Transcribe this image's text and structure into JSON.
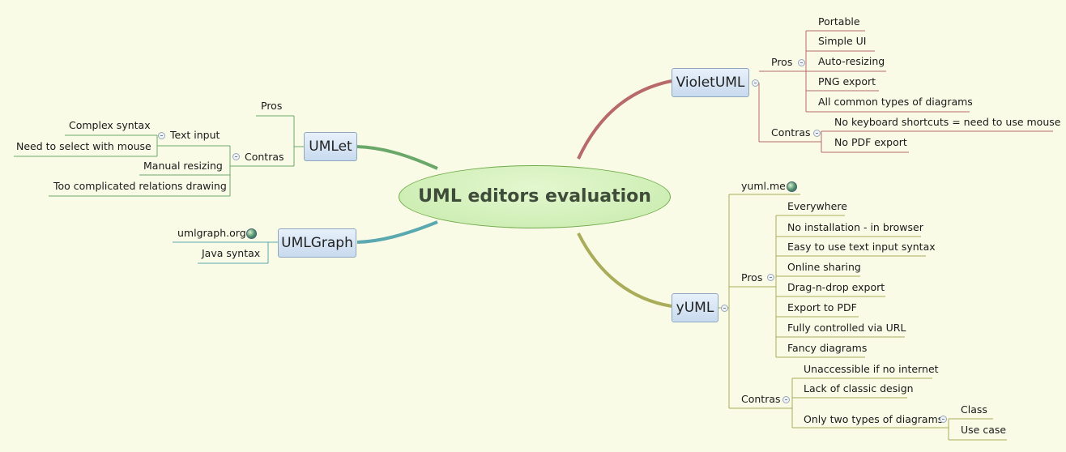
{
  "central": "UML editors evaluation",
  "violet": {
    "title": "VioletUML",
    "pros_label": "Pros",
    "pros": [
      "Portable",
      "Simple UI",
      "Auto-resizing",
      "PNG export",
      "All common types of diagrams"
    ],
    "contras_label": "Contras",
    "contras": [
      "No keyboard shortcuts = need to use mouse",
      "No PDF export"
    ]
  },
  "umlet": {
    "title": "UMLet",
    "pros_label": "Pros",
    "contras_label": "Contras",
    "text_input_label": "Text input",
    "text_input_items": [
      "Complex syntax",
      "Need to select with mouse"
    ],
    "manual_resizing": "Manual resizing",
    "relations": "Too complicated relations drawing"
  },
  "umlgraph": {
    "title": "UMLGraph",
    "link": "umlgraph.org",
    "java": "Java syntax"
  },
  "yuml": {
    "title": "yUML",
    "link": "yuml.me",
    "pros_label": "Pros",
    "pros": [
      "Everywhere",
      "No installation - in browser",
      "Easy to use text input syntax",
      "Online sharing",
      "Drag-n-drop export",
      "Export to PDF",
      "Fully controlled via URL",
      "Fancy diagrams"
    ],
    "contras_label": "Contras",
    "contras": [
      "Unaccessible if no internet",
      "Lack of classic design"
    ],
    "two_types_label": "Only two types of diagrams",
    "two_types": [
      "Class",
      "Use case"
    ]
  },
  "colors": {
    "background": "#fafbe6",
    "violet_branch": "#b86a6a",
    "umlet_branch": "#6aa86a",
    "umlgraph_branch": "#5aa8b0",
    "yuml_branch": "#a9ad5a"
  }
}
